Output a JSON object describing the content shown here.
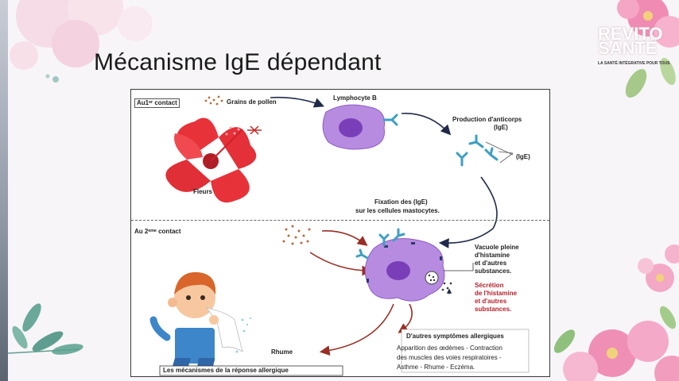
{
  "slide": {
    "title": "Mécanisme IgE dépendant",
    "logo_text": "REVITO SANTÉ",
    "logo_tagline": "LA SANTÉ INTÉGRATIVE POUR TOUS"
  },
  "diagram": {
    "first_contact": "Au1ᵉʳ contact",
    "pollen": "Grains de pollen",
    "flowers": "Fleurs",
    "lymphocyte": "Lymphocyte B",
    "antibody_production_1": "Production d'anticorps",
    "antibody_production_2": "(IgE)",
    "ige_label": "(IgE)",
    "fixation_1": "Fixation des (IgE)",
    "fixation_2": "sur les cellules mastocytes.",
    "second_contact": "Au 2ᵉᵐᵉ contact",
    "vacuole_1": "Vacuole pleine",
    "vacuole_2": "d'histamine",
    "vacuole_3": "et d'autres",
    "vacuole_4": "substances.",
    "secretion_1": "Sécrétion",
    "secretion_2": "de l'histamine",
    "secretion_3": "et d'autres",
    "secretion_4": "substances.",
    "rhume": "Rhume",
    "other_symptoms": "D'autres symptômes allergiques",
    "symptoms_1": "Apparition des œdèmes - Contraction",
    "symptoms_2": "des muscles des voies respiratoires -",
    "symptoms_3": "Asthme - Rhume - Eczéma.",
    "caption": "Les mécanismes de la réponse allergique"
  },
  "colors": {
    "flower": "#e8323a",
    "cell": "#b78ce0",
    "nucleus": "#7a3fb8",
    "antibody": "#3d9fc2",
    "arrow_dark": "#1f2a4a",
    "arrow_red": "#9a2d24",
    "pollen": "#b86a3c"
  }
}
